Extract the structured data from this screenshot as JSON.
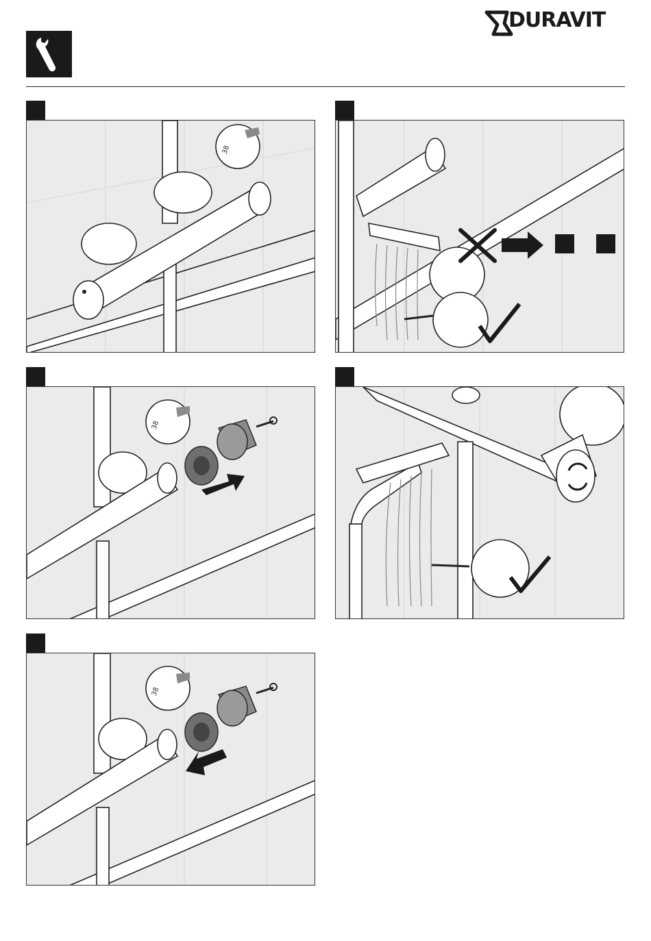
{
  "brand": {
    "name": "DURAVIT"
  },
  "header": {
    "icon": "wrench-icon"
  },
  "steps": [
    {
      "id": 1,
      "temperature_label": "38"
    },
    {
      "id": 2,
      "icons": [
        "cross-icon",
        "arrow-right-icon",
        "square-icon",
        "square-icon",
        "check-icon"
      ]
    },
    {
      "id": 3,
      "temperature_label": "38",
      "direction": "push-in"
    },
    {
      "id": 4,
      "icons": [
        "rotate-arrows-icon",
        "check-icon"
      ]
    },
    {
      "id": 5,
      "temperature_label": "38",
      "direction": "pull-out"
    }
  ],
  "colors": {
    "ink": "#1a1a1a",
    "panel_bg": "#ebebeb",
    "tile_line": "#d6d6d6",
    "part_gray": "#8a8a8a"
  }
}
